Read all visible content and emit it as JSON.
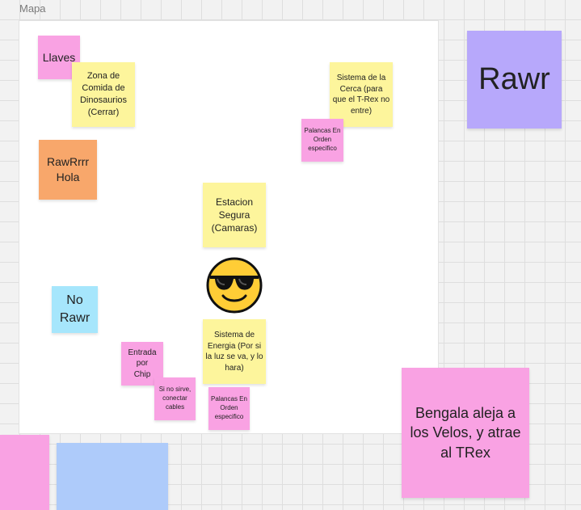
{
  "frame": {
    "title": "Mapa"
  },
  "stickies": {
    "llaves": "Llaves",
    "zona_comida": "Zona de Comida de Dinosaurios (Cerrar)",
    "sistema_cerca": "Sistema de la Cerca (para que el T-Rex no entre)",
    "palancas_1": "Palancas En Orden especifico",
    "rawrrrr_hola": "RawRrrr Hola",
    "estacion_segura": "Estacion Segura (Camaras)",
    "no_rawr": "No Rawr",
    "sistema_energia": "Sistema de Energia (Por si la luz se va, y lo hara)",
    "entrada_chip": "Entrada por Chip",
    "si_no_sirve": "Si no sirve, conectar cables",
    "palancas_2": "Palancas En Orden especifico",
    "rawr": "Rawr",
    "bengala": "Bengala aleja a los Velos, y atrae al TRex"
  },
  "colors": {
    "pink": "#f9a2e3",
    "yellow": "#fdf59c",
    "orange": "#f8a76b",
    "cyan": "#a6e6fc",
    "purple": "#b7a8fb",
    "blue": "#aecbfa"
  },
  "icons": {
    "emoji": "smiling-face-with-sunglasses-icon"
  }
}
